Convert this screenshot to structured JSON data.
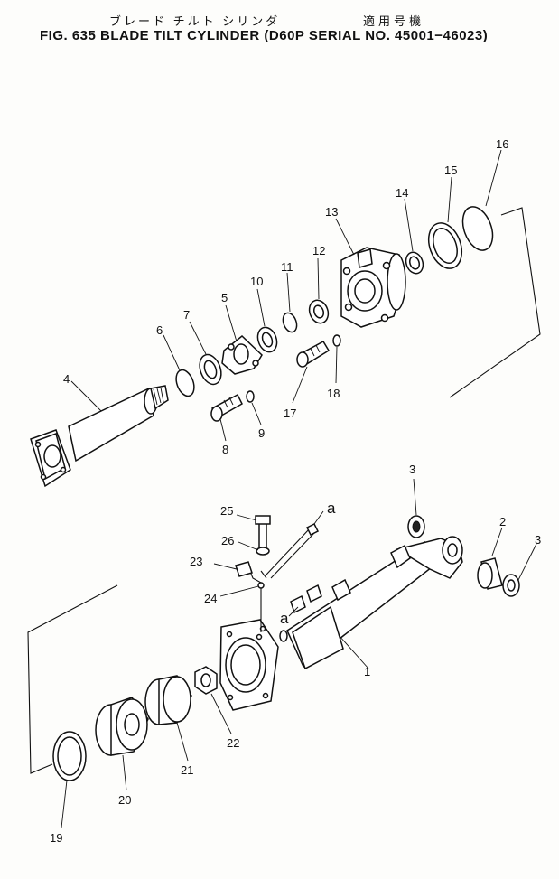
{
  "header": {
    "title_jp": "ブレード チルト シリンダ",
    "serial_jp": "適用号機",
    "title_en": "FIG. 635  BLADE TILT CYLINDER (D60P   SERIAL NO. 45001−46023)"
  },
  "callouts": [
    "1",
    "2",
    "3",
    "3",
    "4",
    "5",
    "6",
    "7",
    "8",
    "9",
    "10",
    "11",
    "12",
    "13",
    "14",
    "15",
    "16",
    "17",
    "18",
    "19",
    "20",
    "21",
    "22",
    "23",
    "24",
    "25",
    "26"
  ],
  "connection_ref": "a"
}
